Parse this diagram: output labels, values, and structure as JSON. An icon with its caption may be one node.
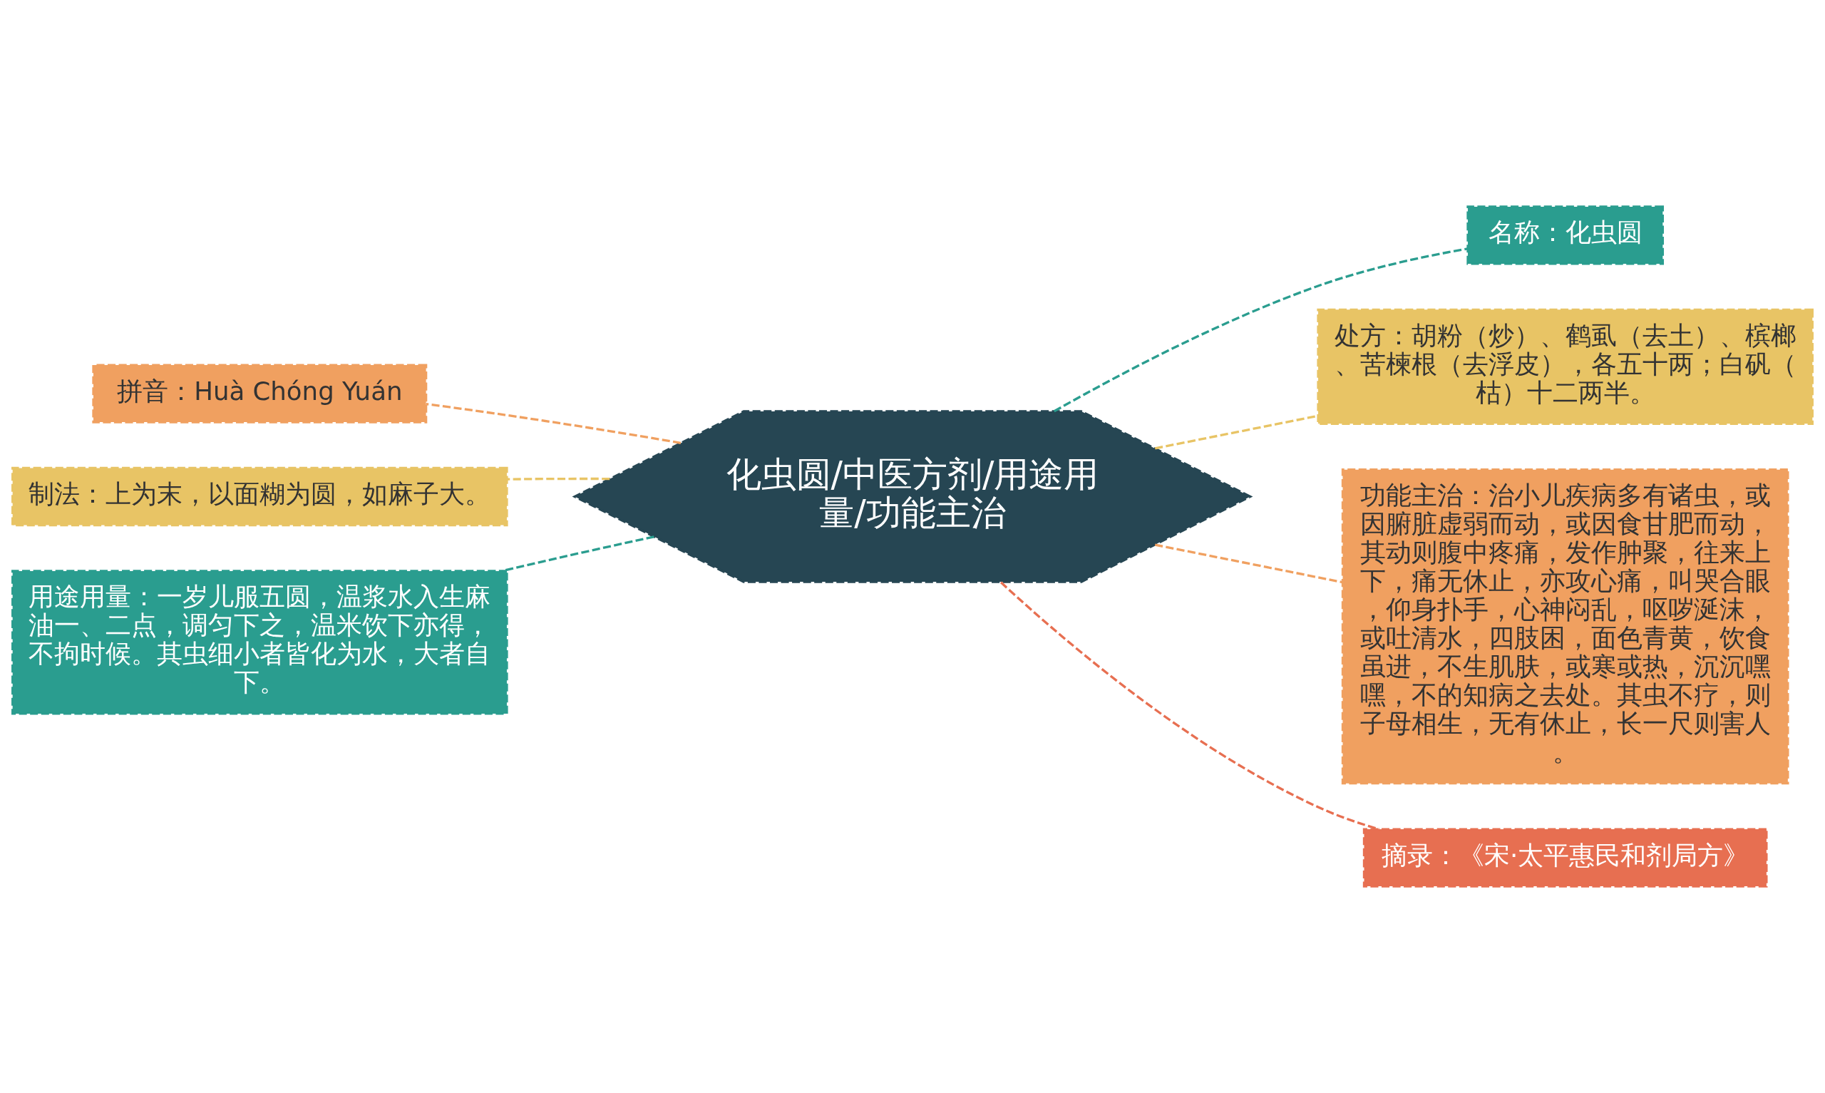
{
  "diagram": {
    "nodes": [
      {
        "text": [
          "化虫圆/中医方剂/用途用量/功能主治"
        ]
      },
      {
        "text": [
          "拼音：Huà Chóng Yuán"
        ]
      },
      {
        "text": [
          "制法：上为末，以面糊为圆，如麻子大。"
        ]
      },
      {
        "text": [
          "用途用量：一岁儿服五圆，温浆水入生麻油一、二点，调匀下之，温米饮下亦得，不拘时候。其虫细小者皆化为水，大者自下。"
        ]
      },
      {
        "text": [
          "名称：化虫圆"
        ]
      },
      {
        "text": [
          "处方：胡粉（炒）、鹤虱（去土）、槟榔、苦楝根（去浮皮），各五十两；白矾（枯）十二两半。"
        ]
      },
      {
        "text": [
          "功能主治：治小儿疾病多有诸虫，或因腑脏虚弱而动，或因食甘肥而动，其动则腹中疼痛，发作肿聚，往来上下，痛无休止，亦攻心痛，叫哭合眼，仰身扑手，心神闷乱，呕哕涎沫，或吐清水，四肢困，面色青黄，饮食虽进，不生肌肤，或寒或热，沉沉嘿嘿，不的知病之去处。其虫不疗，则子母相生，无有休止，长一尺则害人。"
        ]
      },
      {
        "text": [
          "摘录：《宋·太平惠民和剂局方》"
        ]
      }
    ],
    "edges": [
      {
        "from": 0,
        "to": 1,
        "arrow": "none",
        "style": "dashed",
        "color": "#f0a060"
      },
      {
        "from": 0,
        "to": 2,
        "arrow": "none",
        "style": "dashed",
        "color": "#e8c465"
      },
      {
        "from": 0,
        "to": 3,
        "arrow": "none",
        "style": "dashed",
        "color": "#2a9d8f"
      },
      {
        "from": 0,
        "to": 4,
        "arrow": "none",
        "style": "dashed",
        "color": "#2a9d8f"
      },
      {
        "from": 0,
        "to": 5,
        "arrow": "none",
        "style": "dashed",
        "color": "#e8c465"
      },
      {
        "from": 0,
        "to": 6,
        "arrow": "none",
        "style": "dashed",
        "color": "#f0a060"
      },
      {
        "from": 0,
        "to": 7,
        "arrow": "none",
        "style": "dashed",
        "color": "#e76f51"
      }
    ]
  }
}
